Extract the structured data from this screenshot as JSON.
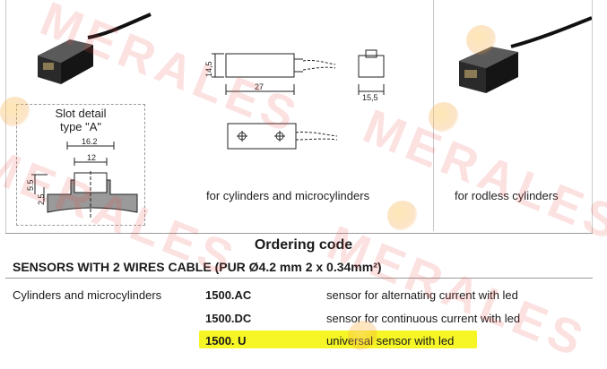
{
  "watermark": {
    "text": "MERALES",
    "color": "#eb4646"
  },
  "figure": {
    "slot_detail": {
      "title_line1": "Slot detail",
      "title_line2": "type \"A\"",
      "dim_top": "16.2",
      "dim_inner": "12",
      "dim_depth": "5.5",
      "dim_lip": "2.5"
    },
    "drawing_dims": {
      "height": "14,5",
      "length": "27",
      "width": "15,5"
    },
    "caption_cylinders": "for cylinders and microcylinders",
    "caption_rodless": "for rodless cylinders"
  },
  "ordering": {
    "title": "Ordering code",
    "subtitle": "SENSORS WITH 2 WIRES CABLE (PUR Ø4.2 mm 2 x 0.34mm²)",
    "group_label": "Cylinders and microcylinders",
    "rows": [
      {
        "code": "1500.AC",
        "description": "sensor for alternating current with led"
      },
      {
        "code": "1500.DC",
        "description": "sensor for continuous current with led"
      },
      {
        "code": "1500. U",
        "description": "universal sensor with led"
      }
    ],
    "highlight_color": "#f4f400"
  }
}
